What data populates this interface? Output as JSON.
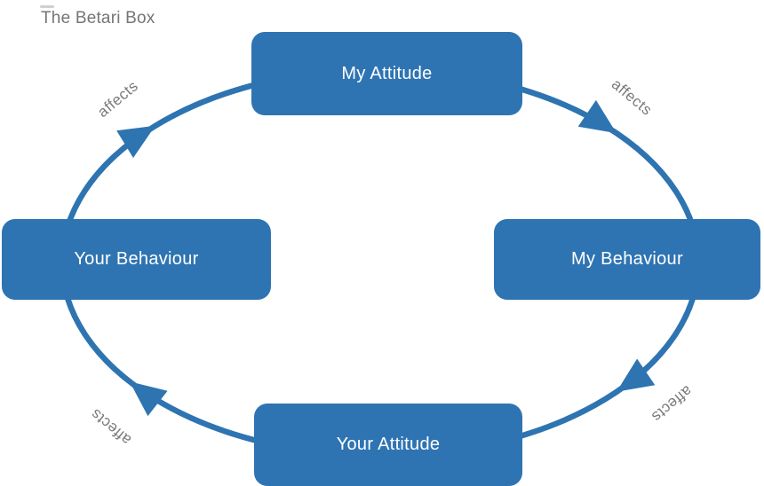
{
  "title": "The Betari Box",
  "colors": {
    "shape_blue": "#2F74B2",
    "line_blue": "#2E74B1",
    "node_text": "#FFFFFF",
    "label_gray": "#7A7A7A",
    "title_gray": "#757575"
  },
  "diagram": {
    "type": "cycle",
    "flow_direction": "clockwise",
    "nodes": [
      {
        "id": "my-attitude",
        "label": "My Attitude",
        "position": "top"
      },
      {
        "id": "my-behaviour",
        "label": "My Behaviour",
        "position": "right"
      },
      {
        "id": "your-attitude",
        "label": "Your Attitude",
        "position": "bottom"
      },
      {
        "id": "your-behaviour",
        "label": "Your Behaviour",
        "position": "left"
      }
    ],
    "edge_labels": [
      {
        "text": "affects",
        "position": "top-left",
        "edge": "your-behaviour -> my-attitude"
      },
      {
        "text": "affects",
        "position": "top-right",
        "edge": "my-attitude -> my-behaviour"
      },
      {
        "text": "affects",
        "position": "bottom-right",
        "edge": "my-behaviour -> your-attitude"
      },
      {
        "text": "affects",
        "position": "bottom-left",
        "edge": "your-attitude -> your-behaviour"
      }
    ]
  }
}
